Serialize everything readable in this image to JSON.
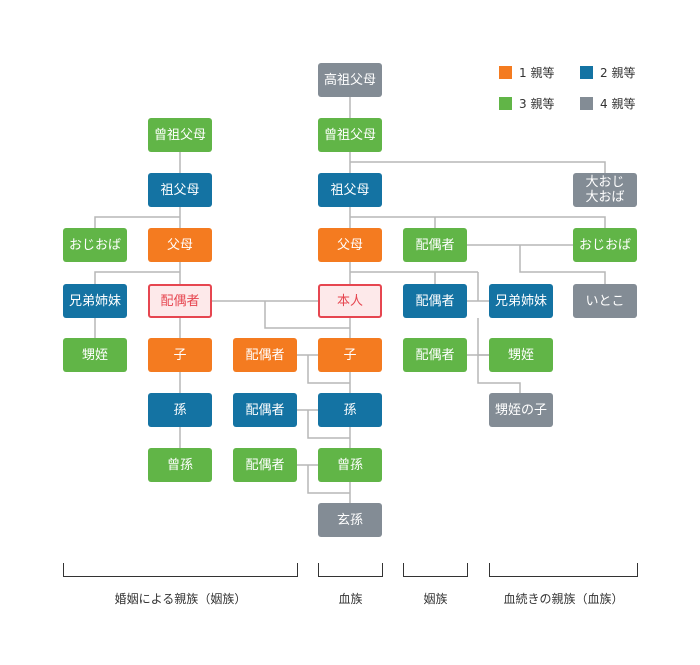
{
  "colors": {
    "degree1": "#f47b20",
    "degree2": "#1473a3",
    "degree3": "#61b547",
    "degree4": "#838c95",
    "self_border": "#e64650",
    "line": "#b7b7b7"
  },
  "legend": [
    {
      "label": "1 親等",
      "degree": 1
    },
    {
      "label": "2 親等",
      "degree": 2
    },
    {
      "label": "3 親等",
      "degree": 3
    },
    {
      "label": "4 親等",
      "degree": 4
    }
  ],
  "nodes": {
    "koso_fubo": "高祖父母",
    "left_so_sofubo": "曾祖父母",
    "so_sofubo": "曾祖父母",
    "left_sofubo": "祖父母",
    "sofubo": "祖父母",
    "dai_oji": "大おじ\n大おば",
    "left_ojioba": "おじおば",
    "left_fubo": "父母",
    "fubo": "父母",
    "right_haiguusha_top": "配偶者",
    "right_ojioba": "おじおば",
    "left_kyodai": "兄弟姉妹",
    "haiguusha_self": "配偶者",
    "honnin": "本人",
    "right_haiguusha_mid": "配偶者",
    "right_kyodai": "兄弟姉妹",
    "itoko": "いとこ",
    "left_oimei": "甥姪",
    "left_ko": "子",
    "ko_haiguusha": "配偶者",
    "ko": "子",
    "oimei_haiguusha": "配偶者",
    "right_oimei": "甥姪",
    "left_mago": "孫",
    "mago_haiguusha": "配偶者",
    "mago": "孫",
    "oimei_no_ko": "甥姪の子",
    "left_himago": "曾孫",
    "himago_haiguusha": "配偶者",
    "himago": "曾孫",
    "genson": "玄孫"
  },
  "groups": [
    {
      "label": "婚姻による親族（姻族）"
    },
    {
      "label": "血族"
    },
    {
      "label": "姻族"
    },
    {
      "label": "血続きの親族（血族）"
    }
  ]
}
